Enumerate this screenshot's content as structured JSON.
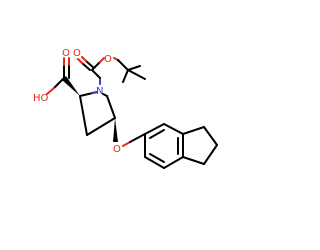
{
  "molecule": {
    "atoms": {
      "hydroxyl": "HO",
      "carbonyl_oxygen": "O",
      "nitrogen": "N",
      "boc_carbonyl_oxygen": "O",
      "boc_ester_oxygen": "O",
      "ether_oxygen": "O"
    },
    "colors": {
      "oxygen": "#e8261b",
      "nitrogen": "#3a37d8",
      "carbon_bonds": "#000000",
      "background": "#ffffff"
    }
  }
}
